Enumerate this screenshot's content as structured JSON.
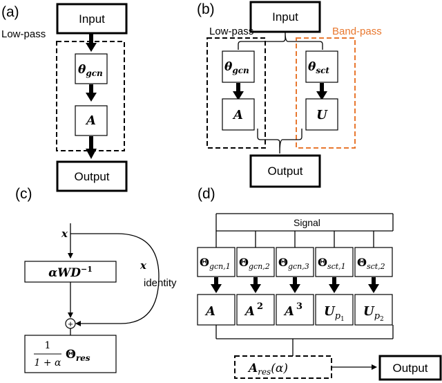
{
  "colors": {
    "stroke": "#000000",
    "band_pass": "#e8772e"
  },
  "panel_a": {
    "label": "(a)",
    "input": "Input",
    "low_pass": "Low-pass",
    "theta": "θ",
    "theta_sub": "gcn",
    "op": "A",
    "output": "Output"
  },
  "panel_b": {
    "label": "(b)",
    "input": "Input",
    "low_pass": "Low-pass",
    "band_pass": "Band-pass",
    "theta_gcn": "θ",
    "theta_gcn_sub": "gcn",
    "theta_sct": "θ",
    "theta_sct_sub": "sct",
    "op_low": "A",
    "op_band": "U",
    "output": "Output"
  },
  "panel_c": {
    "label": "(c)",
    "x_in": "x",
    "op_main": "αWD",
    "op_main_sup": "−1",
    "x_skip": "x",
    "identity": "identity",
    "plus": "+",
    "res_num": "1",
    "res_den": "1 + α",
    "res_theta": "Θ",
    "res_sub": "res"
  },
  "panel_d": {
    "label": "(d)",
    "signal": "Signal",
    "filters": [
      {
        "sym": "Θ",
        "sub": "gcn,1"
      },
      {
        "sym": "Θ",
        "sub": "gcn,2"
      },
      {
        "sym": "Θ",
        "sub": "gcn,3"
      },
      {
        "sym": "Θ",
        "sub": "sct,1"
      },
      {
        "sym": "Θ",
        "sub": "sct,2"
      }
    ],
    "ops": [
      {
        "sym": "A",
        "sup": "",
        "sub": ""
      },
      {
        "sym": "A",
        "sup": "2",
        "sub": ""
      },
      {
        "sym": "A",
        "sup": "3",
        "sub": ""
      },
      {
        "sym": "U",
        "sup": "",
        "sub": "p",
        "subsub": "1"
      },
      {
        "sym": "U",
        "sup": "",
        "sub": "p",
        "subsub": "2"
      }
    ],
    "res_sym": "A",
    "res_sub": "res",
    "res_arg": "(α)",
    "output": "Output"
  }
}
